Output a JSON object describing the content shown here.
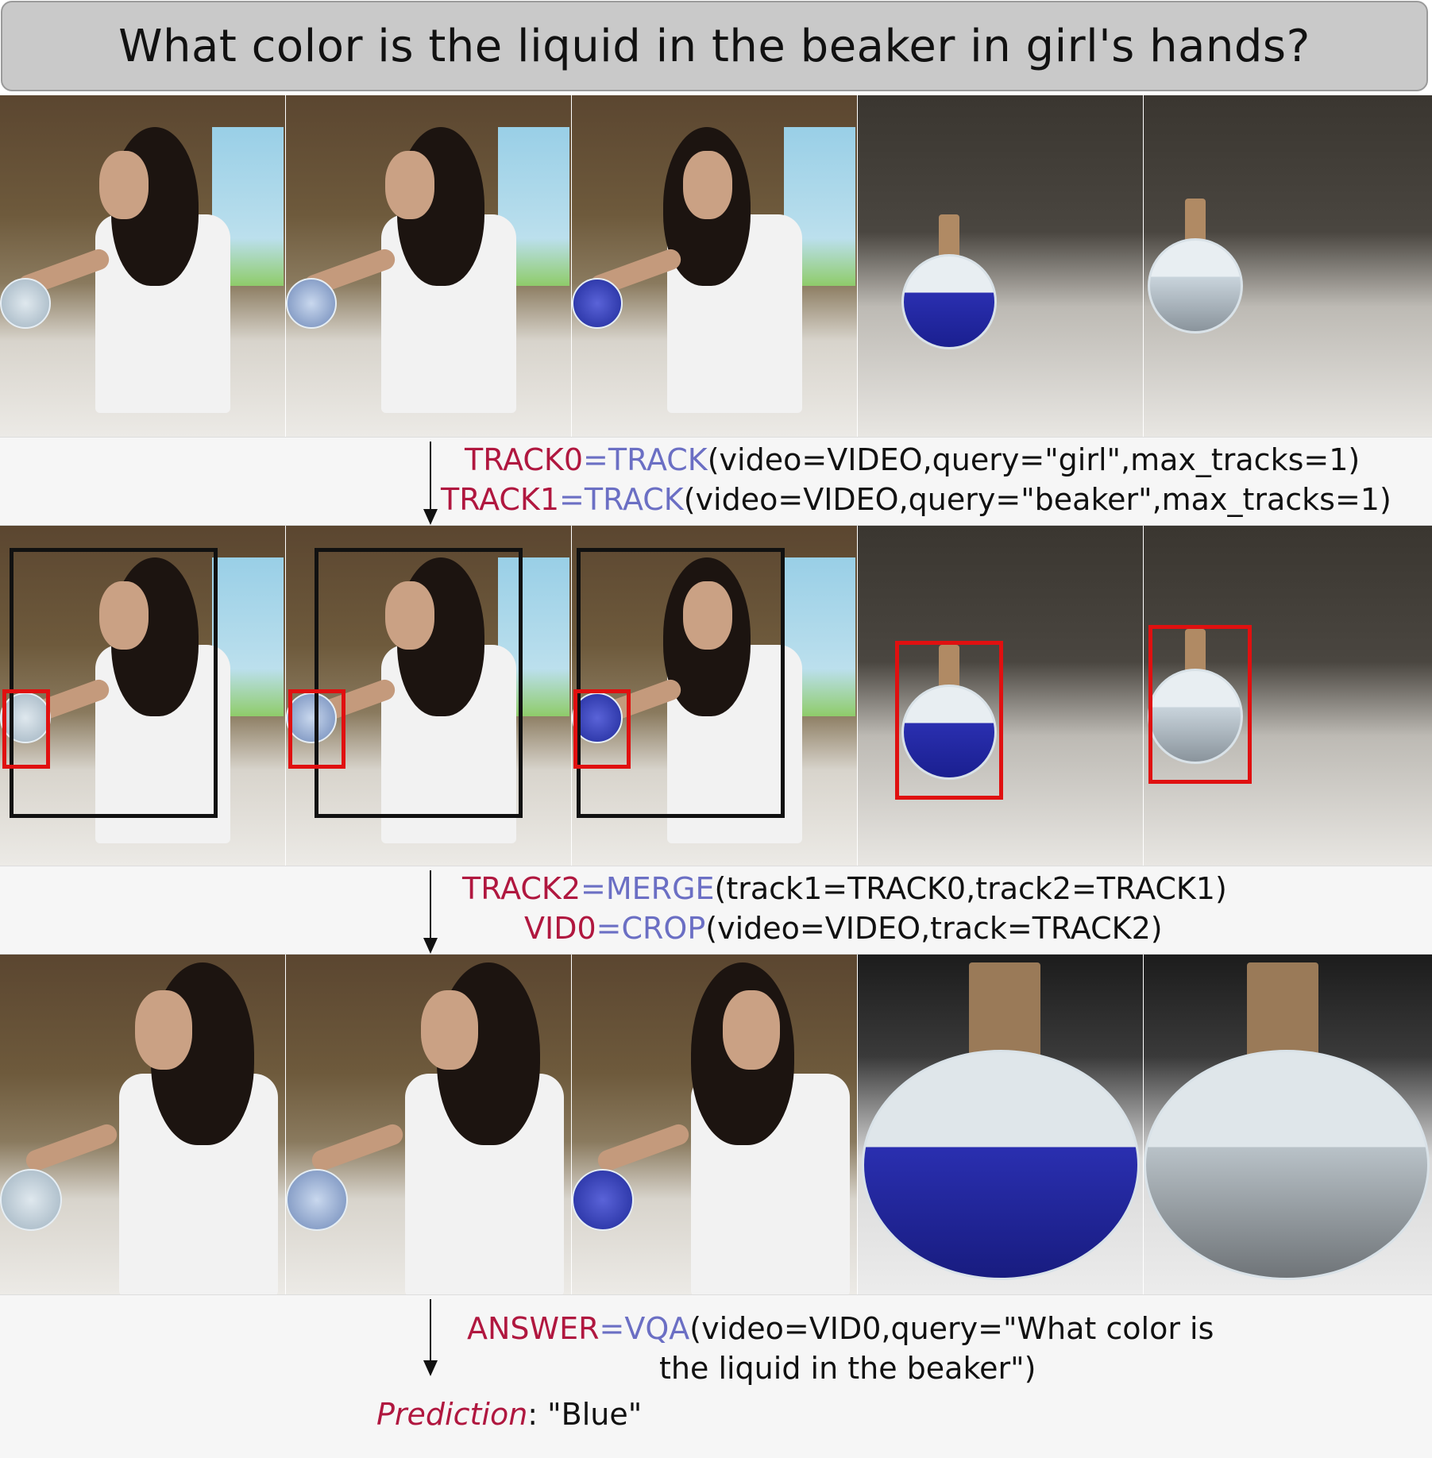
{
  "question": "What color is the liquid in the beaker in girl's hands?",
  "colors": {
    "variable": "#b0173f",
    "function": "#6b6fc4",
    "box_person": "#111111",
    "box_beaker": "#e01010",
    "liquid_blue": "#2a2fb0",
    "liquid_clear": "#c9d4dc"
  },
  "step1": {
    "line1": {
      "var": "TRACK0",
      "eq": "=",
      "fn": "TRACK",
      "args": "(video=VIDEO,query=\"girl\",max_tracks=1)"
    },
    "line2": {
      "var": "TRACK1",
      "eq": "=",
      "fn": "TRACK",
      "args": "(video=VIDEO,query=\"beaker\",max_tracks=1)"
    }
  },
  "step2": {
    "line1": {
      "var": "TRACK2",
      "eq": "=",
      "fn": "MERGE",
      "args": "(track1=TRACK0,track2=TRACK1)"
    },
    "line2": {
      "var": "VID0",
      "eq": "=",
      "fn": "CROP",
      "args": "(video=VIDEO,track=TRACK2)"
    }
  },
  "step3": {
    "line1": {
      "var": "ANSWER",
      "eq": "=",
      "fn": "VQA",
      "args": "(video=VID0,query=\"What color is"
    },
    "line2": "the liquid in the beaker\")",
    "prediction_label": "Prediction",
    "prediction_value": ": \"Blue\""
  },
  "frames": {
    "row1": [
      "girl-clear",
      "girl-light-blue",
      "girl-blue",
      "flask-blue",
      "flask-clear"
    ],
    "row2": [
      "girl-clear",
      "girl-light-blue",
      "girl-blue",
      "flask-blue",
      "flask-clear"
    ],
    "row3": [
      "girl-clear-crop",
      "girl-light-blue-crop",
      "girl-blue-crop",
      "flask-blue-zoom",
      "flask-clear-zoom"
    ]
  }
}
